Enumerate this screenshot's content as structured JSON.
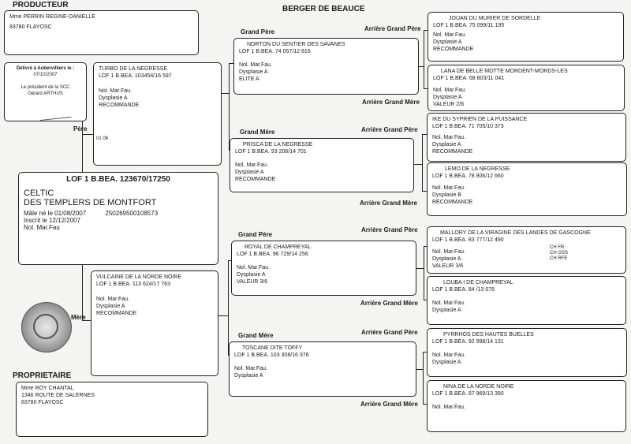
{
  "page_title": "BERGER DE BEAUCE",
  "producer": {
    "heading": "PRODUCTEUR",
    "name": "Mme PERRIN REGINE-DANIELLE",
    "city": "83780 FLAYOSC"
  },
  "certificate": {
    "line1": "Délivré à Aubervilliers le :",
    "date": "07/10/2007",
    "line2": "Le président de la SCC",
    "signatory": "Gérard ARTHUS"
  },
  "owner": {
    "heading": "PROPRIETAIRE",
    "name": "Mme ROY CHANTAL",
    "address": "1346 ROUTE DE SALERNES",
    "city": "83780 FLAYOSC"
  },
  "dog": {
    "registration": "LOF 1 B.BEA. 123670/17250",
    "name_line1": "CELTIC",
    "name_line2": "DES TEMPLERS DE MONTFORT",
    "born_label": "Mâle né le 01/08/2007",
    "chip": "250269500108573",
    "registered": "Inscrit le 12/12/2007",
    "tests": "Nol. Mar.Fau"
  },
  "labels": {
    "father": "Père",
    "mother": "Mère",
    "grandfather": "Grand Père",
    "grandmother": "Grand Mère",
    "great_grandfather": "Arrière Grand Père",
    "great_grandmother": "Arrière Grand Mère"
  },
  "father": {
    "name": "TURBO DE LA NEGRESSE",
    "registration": "LOF 1 B.BEA. 103454/16 597",
    "tests": "Nol. Mar.Fau.",
    "hips": "Dysplasie A",
    "grade": "RECOMMANDE",
    "note": "01 08"
  },
  "mother": {
    "name": "VULCAINE DE LA NORDE NOIRE",
    "registration": "LOF 1 B.BEA. 113 624/17 763",
    "tests": "Nol. Mar.Fau.",
    "hips": "Dysplasie A",
    "grade": "RECOMMANDE"
  },
  "gp_paternal": {
    "name": "NORTON DU SENTIER DES SAVANES",
    "registration": "LOF 1 B.BEA. 74 057/12 816",
    "tests": "Nol. Mar.Fau.",
    "hips": "Dysplasie A",
    "grade": "ELITE A"
  },
  "gm_paternal": {
    "name": "PRISCA DE LA NEGRESSE",
    "registration": "LOF 1 B.BEA. 93 206/14 701",
    "tests": "Nol. Mar.Fau.",
    "hips": "Dysplasie A",
    "grade": "RECOMMANDE"
  },
  "gp_maternal": {
    "name": "ROYAL DE CHAMPREYAL",
    "registration": "LOF 1 B.BEA. 96 729/14 256",
    "tests": "Nol. Mar.Fau.",
    "hips": "Dysplasie A",
    "grade": "VALEUR 3/6"
  },
  "gm_maternal": {
    "name": "TOSCANE DITE TOFFY",
    "registration": "LOF 1 B.BEA. 103 308/16 376",
    "tests": "Nol. Mar.Fau.",
    "hips": "Dysplasie A"
  },
  "ggp_1": {
    "name": "JOUAN DU MURIER DE SORDELLE",
    "registration": "LOF 1 B.BEA. 75 099/11 195",
    "tests": "Nol. Mar.Fau.",
    "hips": "Dysplasie A",
    "grade": "RECOMMANDE"
  },
  "ggm_1": {
    "name": "LANA DE BELLE MOTTE MORDENT-MORDS-LES",
    "registration": "LOF 1 B.BEA. 68 803/11 041",
    "tests": "Nol. Mar.Fau.",
    "hips": "Dysplasie A",
    "grade": "VALEUR 2/6"
  },
  "ggp_2": {
    "name": "IKE DU SYPRIEN DE LA PUISSANCE",
    "registration": "LOF 1 B.BEA. 71 705/10 373",
    "tests": "Nol. Mar.Fau.",
    "hips": "Dysplasie A",
    "grade": "RECOMMANDE"
  },
  "ggm_2": {
    "name": "LEMO DE LA NEGRESSE",
    "registration": "LOF 1 B.BEA. 78 806/12 660",
    "tests": "Nol. Mar.Fau.",
    "hips": "Dysplasie B",
    "grade": "RECOMMANDE"
  },
  "ggp_3": {
    "name": "MALLORY DE LA VIRAGINE DES LANDES DE GASCOGNE",
    "registration": "LOF 1 B.BEA. 83 777/12 490",
    "tests": "Nol. Mar.Fau.",
    "hips": "Dysplasie A",
    "grade": "VALEUR 3/6",
    "side1": "CH FR",
    "side2": "CH GSS",
    "side3": "CH RFE"
  },
  "ggm_3": {
    "name": "LOUBA I DE CHAMPREYAL",
    "registration": "LOF 1 B.BEA. 84 /13 078",
    "tests": "Nol. Mar.Fau.",
    "hips": "Dysplasie A"
  },
  "ggp_4": {
    "name": "PYRRHOS DES HAUTES BUELLES",
    "registration": "LOF 1 B.BEA. 92 998/14 131",
    "tests": "Nol. Mar.Fau.",
    "hips": "Dysplasie A"
  },
  "ggm_4": {
    "name": "NINA DE LA NORDE NOIRE",
    "registration": "LOF 1 B.BEA. 87 969/13 390",
    "tests": "Nol. Mar.Fau."
  }
}
